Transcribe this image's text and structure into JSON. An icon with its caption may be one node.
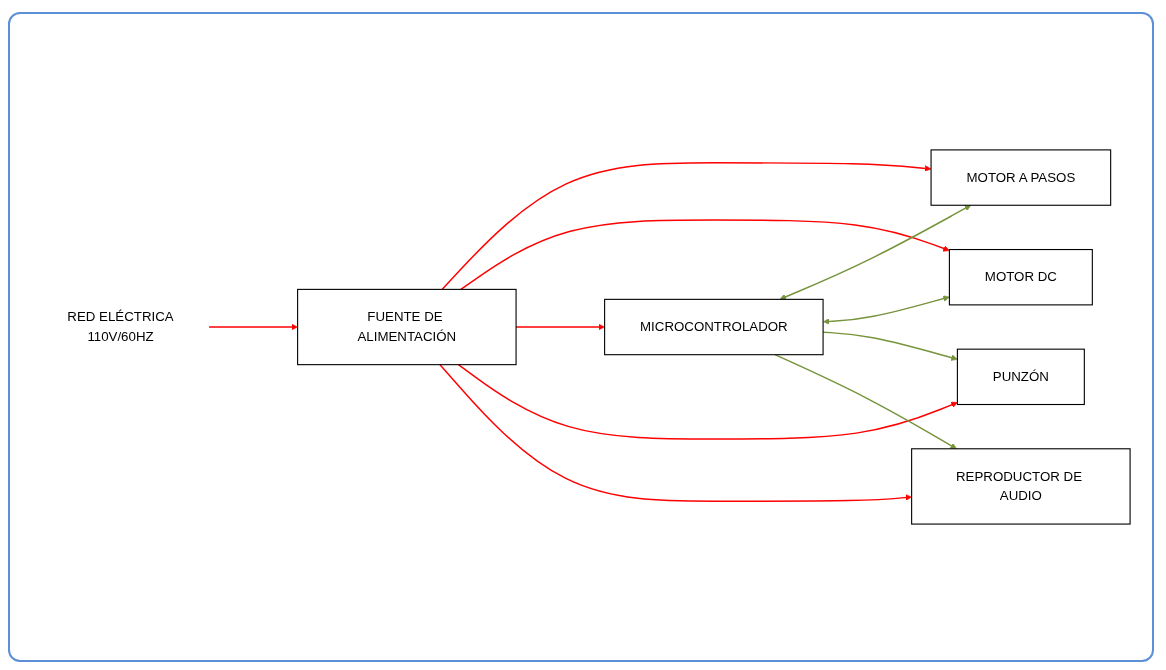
{
  "diagram": {
    "nodes": [
      {
        "text": [
          "RED ELÉCTRICA",
          "110V/60HZ"
        ]
      },
      {
        "text": [
          "FUENTE DE ALIMENTACIÓN"
        ]
      },
      {
        "text": [
          "MICROCONTROLADOR"
        ]
      },
      {
        "text": [
          "MOTOR A PASOS"
        ]
      },
      {
        "text": [
          "MOTOR DC"
        ]
      },
      {
        "text": [
          "PUNZÓN"
        ]
      },
      {
        "text": [
          "REPRODUCTOR DE AUDIO"
        ]
      }
    ],
    "edges": [
      {
        "from": 0,
        "to": 1,
        "arrow": "to",
        "color": "#ff0000"
      },
      {
        "from": 1,
        "to": 3,
        "arrow": "to",
        "color": "#ff0000"
      },
      {
        "from": 1,
        "to": 4,
        "arrow": "to",
        "color": "#ff0000"
      },
      {
        "from": 1,
        "to": 2,
        "arrow": "to",
        "color": "#ff0000"
      },
      {
        "from": 1,
        "to": 5,
        "arrow": "to",
        "color": "#ff0000"
      },
      {
        "from": 1,
        "to": 6,
        "arrow": "to",
        "color": "#ff0000"
      },
      {
        "from": 2,
        "to": 3,
        "arrow": "both",
        "color": "#77933c"
      },
      {
        "from": 2,
        "to": 4,
        "arrow": "both",
        "color": "#77933c"
      },
      {
        "from": 2,
        "to": 5,
        "arrow": "to",
        "color": "#77933c"
      },
      {
        "from": 2,
        "to": 6,
        "arrow": "to",
        "color": "#77933c"
      }
    ]
  }
}
